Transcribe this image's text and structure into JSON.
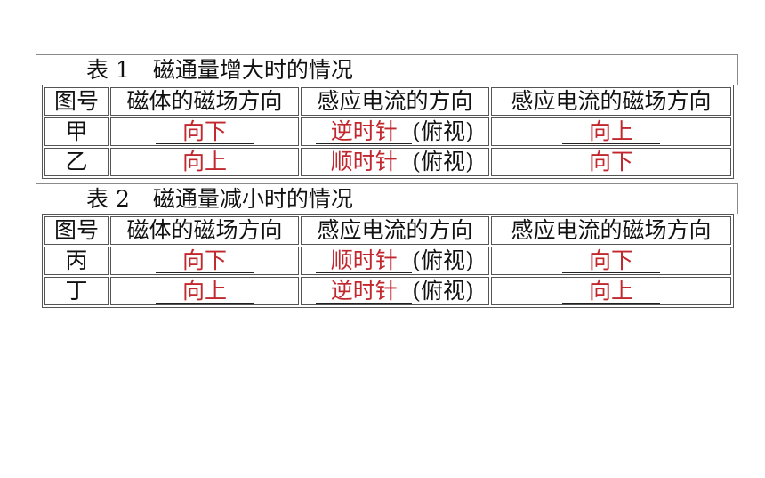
{
  "tables": [
    {
      "label": "表 1",
      "title": "磁通量增大时的情况",
      "headers": [
        "图号",
        "磁体的磁场方向",
        "感应电流的方向",
        "感应电流的磁场方向"
      ],
      "rows": [
        {
          "fig": "甲",
          "magnet_field": "向下",
          "current": "逆时针",
          "view_note": "(俯视)",
          "induced_field": "向上"
        },
        {
          "fig": "乙",
          "magnet_field": "向上",
          "current": "顺时针",
          "view_note": "(俯视)",
          "induced_field": "向下"
        }
      ]
    },
    {
      "label": "表 2",
      "title": "磁通量减小时的情况",
      "headers": [
        "图号",
        "磁体的磁场方向",
        "感应电流的方向",
        "感应电流的磁场方向"
      ],
      "rows": [
        {
          "fig": "丙",
          "magnet_field": "向下",
          "current": "顺时针",
          "view_note": "(俯视)",
          "induced_field": "向下"
        },
        {
          "fig": "丁",
          "magnet_field": "向上",
          "current": "逆时针",
          "view_note": "(俯视)",
          "induced_field": "向上"
        }
      ]
    }
  ],
  "colors": {
    "answer": "#c0282e",
    "text": "#111111",
    "border": "#555555"
  }
}
